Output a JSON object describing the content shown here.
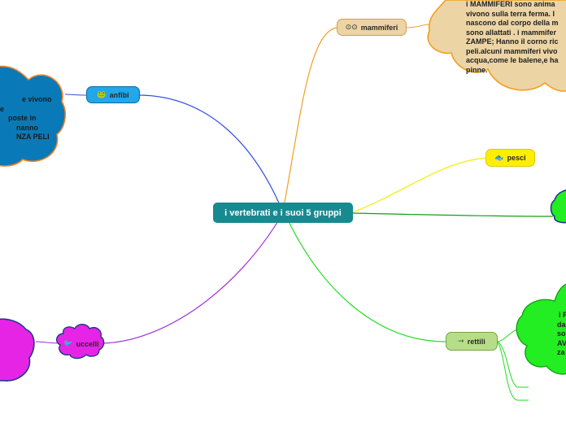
{
  "central": {
    "label": "i vertebrati e i suoi 5 gruppi"
  },
  "colors": {
    "central": "#178a90",
    "mammiferi": "#ecd4a4",
    "mammiferi_line": "#f0a020",
    "anfibi": "#22a7e8",
    "anfibi_cloud": "#0a79b8",
    "anfibi_line": "#3050e0",
    "pesci": "#ffee00",
    "pesci_line": "#f0f000",
    "rettili": "#b7dd88",
    "rettili_cloud": "#22ee22",
    "rettili_line": "#22dd22",
    "uccelli": "#e624e6",
    "uccelli_line": "#a030d8",
    "green_edge_cloud": "#22ee22",
    "green_edge_line": "#14a014"
  },
  "branches": {
    "mammiferi": {
      "label": "mammiferi",
      "icon": "binoculars-icon",
      "note_lines": [
        "i MAMMIFERI sono anima",
        "vivono sulla terra ferma. I",
        "nascono dal corpo della m",
        "sono allattati . i mammifer",
        "ZAMPE; Hanno il corno ric",
        "peli.alcuni mammiferi vivo",
        "acqua,come le balene,e ha",
        "pinne."
      ]
    },
    "anfibi": {
      "label": "anfibi",
      "icon": "frog-icon",
      "note_lines": [
        "e vivono",
        "e",
        "poste in",
        "nanno",
        "NZA PELI"
      ]
    },
    "pesci": {
      "label": "pesci",
      "icon": "fish-icon"
    },
    "rettili": {
      "label": "rettili",
      "icon": "crocodile-icon",
      "note_lines": [
        "i R",
        "da",
        "so",
        "AV",
        "za"
      ]
    },
    "uccelli": {
      "label": "uccelli",
      "icon": "bird-icon"
    }
  }
}
